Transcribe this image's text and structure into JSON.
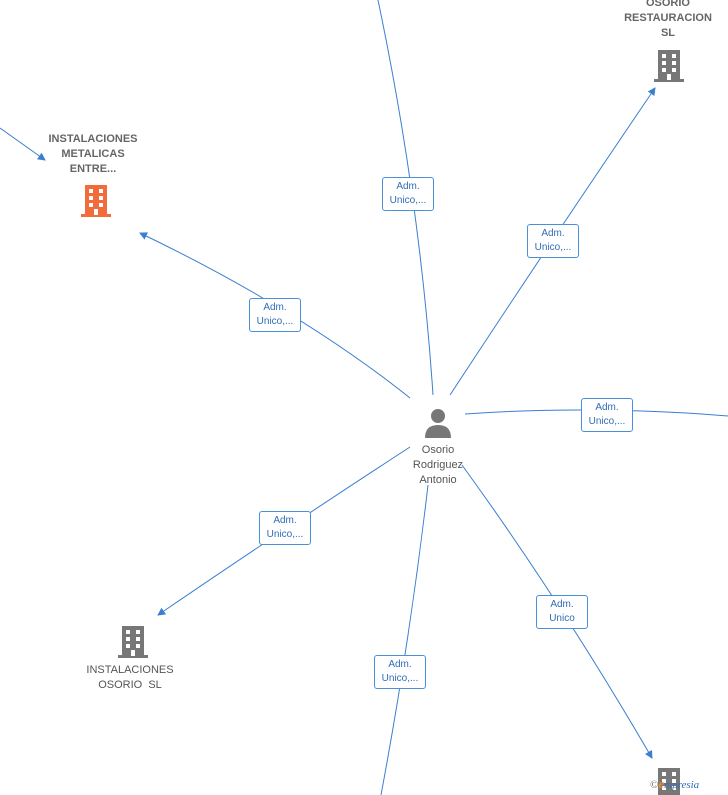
{
  "center": {
    "name_lines": [
      "Osorio",
      "Rodriguez",
      "Antonio"
    ],
    "icon": "person-icon"
  },
  "nodes": {
    "instalaciones_metalicas": {
      "lines": [
        "INSTALACIONES",
        "METALICAS",
        "ENTRE..."
      ],
      "icon": "building-icon",
      "color": "#f26b3a"
    },
    "osorio_restauracion": {
      "lines": [
        "OSORIO",
        "RESTAURACION",
        "SL"
      ],
      "icon": "building-icon",
      "color": "#777777"
    },
    "instalaciones_osorio": {
      "lines": [
        "INSTALACIONES",
        "OSORIO  SL"
      ],
      "icon": "building-icon",
      "color": "#777777"
    },
    "bottom_right_company": {
      "icon": "building-icon",
      "color": "#777777"
    }
  },
  "edges": [
    {
      "lines": [
        "Adm.",
        "Unico,..."
      ]
    },
    {
      "lines": [
        "Adm.",
        "Unico,..."
      ]
    },
    {
      "lines": [
        "Adm.",
        "Unico,..."
      ]
    },
    {
      "lines": [
        "Adm.",
        "Unico,..."
      ]
    },
    {
      "lines": [
        "Adm.",
        "Unico,..."
      ]
    },
    {
      "lines": [
        "Adm.",
        "Unico"
      ]
    },
    {
      "lines": [
        "Adm.",
        "Unico,..."
      ]
    }
  ],
  "watermark": {
    "copyright": "©",
    "brand_initial": "e",
    "brand_rest": "mpresia"
  },
  "colors": {
    "edge": "#3a7fd0",
    "accent": "#f26b3a",
    "building": "#777777",
    "person": "#777777"
  }
}
